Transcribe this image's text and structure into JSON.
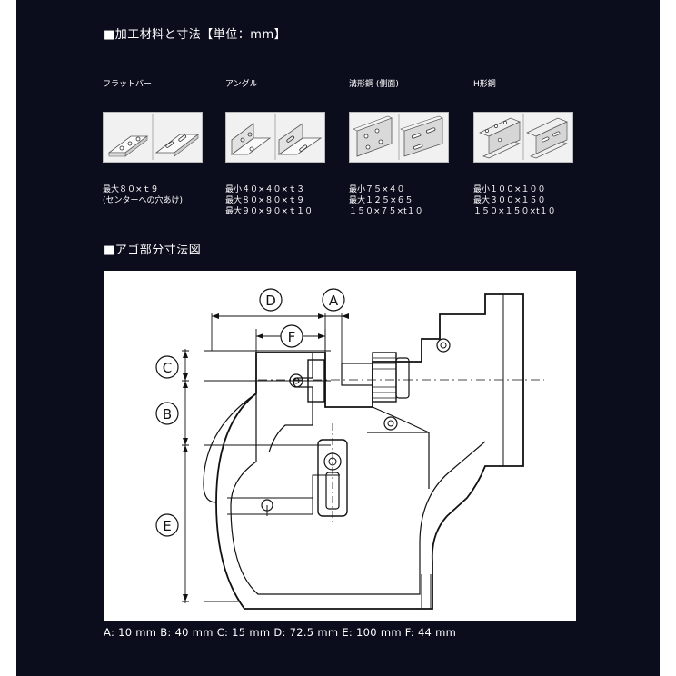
{
  "section1_title": "■加工材料と寸法【単位：mm】",
  "materials": [
    {
      "name": "フラットバー",
      "specs": [
        "最大８０×ｔ９",
        "(センターへの穴あけ)"
      ]
    },
    {
      "name": "アングル",
      "specs": [
        "最小４０×４０×ｔ３",
        "最大８０×８０×ｔ９",
        "最大９０×９０×ｔ１０"
      ]
    },
    {
      "name": "溝形鋼 (側面)",
      "specs": [
        "最小７５×４０",
        "最大１２５×６５",
        "１５０×７５×t１０"
      ]
    },
    {
      "name": "H形鋼",
      "specs": [
        "最小１００×１００",
        "最大３００×１５０",
        "１５０×１５０×t１０"
      ]
    }
  ],
  "section2_title": "■アゴ部分寸法図",
  "diagram_labels": {
    "A": "A",
    "B": "B",
    "C": "C",
    "D": "D",
    "E": "E",
    "F": "F"
  },
  "dimensions_caption": "A: 10 mm   B: 40 mm   C: 15 mm   D: 72.5 mm   E: 100 mm   F: 44 mm",
  "colors": {
    "background": "#0b0d1c",
    "text": "#ffffff",
    "diagram_bg": "#ffffff",
    "line": "#111111"
  }
}
